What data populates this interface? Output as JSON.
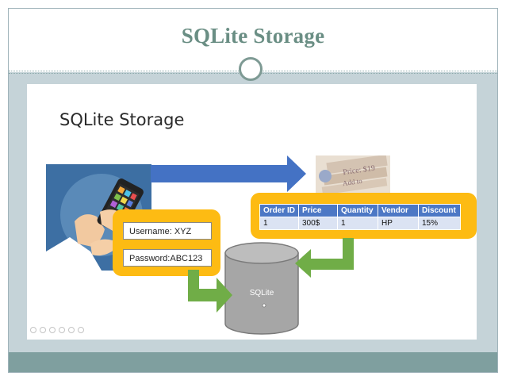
{
  "header": {
    "title": "SQLite Storage"
  },
  "slide": {
    "title": "SQLite Storage",
    "login": {
      "username": "Username: XYZ",
      "password": "Password:ABC123"
    },
    "orders_table": {
      "columns": [
        "Order ID",
        "Price",
        "Quantity",
        "Vendor",
        "Discount"
      ],
      "rows": [
        [
          "1",
          "300$",
          "1",
          "HP",
          "15%"
        ]
      ]
    },
    "database": {
      "label": "SQLite"
    }
  },
  "colors": {
    "accent_orange": "#fdbb13",
    "arrow_blue": "#4472c4",
    "arrow_green": "#70ad47",
    "table_header": "#4d78c5",
    "title_green": "#6a8e84"
  },
  "icons": [
    "smartphone-hand-icon",
    "receipt-price-tag-icon",
    "database-cylinder-icon",
    "slideshow-controls-icon"
  ]
}
